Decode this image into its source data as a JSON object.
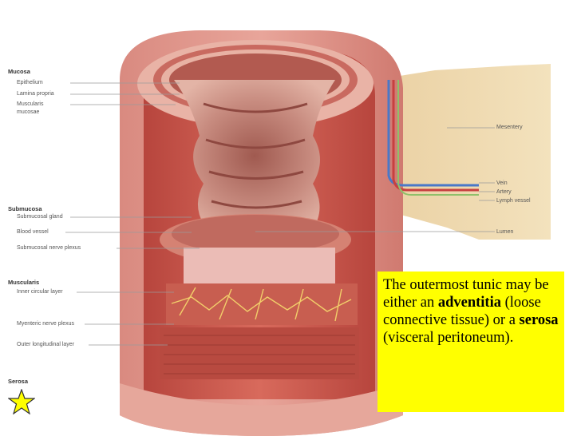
{
  "diagram": {
    "groups": {
      "mucosa": "Mucosa",
      "submucosa": "Submucosa",
      "muscularis": "Muscularis",
      "serosa": "Serosa"
    },
    "left_labels": {
      "epithelium": "Epithelium",
      "lamina_propria": "Lamina propria",
      "muscularis_mucosae_1": "Muscularis",
      "muscularis_mucosae_2": "mucosae",
      "submucosal_gland": "Submucosal gland",
      "blood_vessel": "Blood vessel",
      "submucosal_nerve_plexus": "Submucosal nerve plexus",
      "inner_circular_layer": "Inner circular layer",
      "myenteric_nerve_plexus": "Myenteric nerve plexus",
      "outer_longitudinal_layer": "Outer longitudinal layer"
    },
    "right_labels": {
      "mesentery": "Mesentery",
      "vein": "Vein",
      "artery": "Artery",
      "lymph_vessel": "Lymph vessel",
      "lumen": "Lumen"
    },
    "colors": {
      "tissue": "#c9574f",
      "tissue_light": "#e8a59a",
      "mesentery": "#efd6a6",
      "vein": "#4a78c8",
      "artery": "#c84040",
      "lymph": "#8fc06a",
      "callout": "#ffff00"
    }
  },
  "callout": {
    "t1": "The outermost tunic may be either an ",
    "t2": "adventitia",
    "t3": " (loose connective tissue) or a ",
    "t4": "serosa",
    "t5": " (visceral peritoneum)."
  },
  "marker": {
    "icon": "star-icon",
    "color": "#ffff00"
  }
}
